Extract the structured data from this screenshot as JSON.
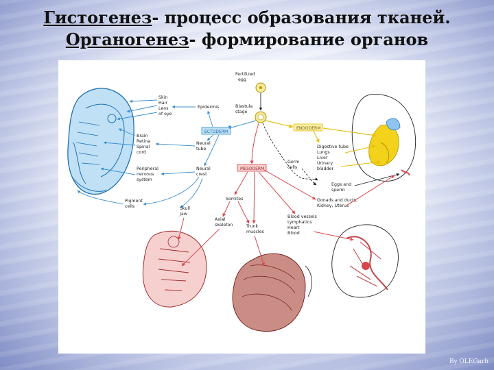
{
  "title": {
    "line1_term": "Гистогенез",
    "line1_rest": "- процесс образования тканей.",
    "line2_term": "Органогенез",
    "line2_rest": "- формирование органов"
  },
  "diagram": {
    "nodes": {
      "fertilized_egg": [
        "Fertilized",
        "egg"
      ],
      "blastula": [
        "Blastula",
        "stage"
      ],
      "ectoderm": "ECTODERM",
      "endoderm": "ENDODERM",
      "mesoderm": "MESODERM",
      "epidermis": "Epidermis",
      "neural_tube": [
        "Neural",
        "tube"
      ],
      "neural_crest": [
        "Neural",
        "crest"
      ],
      "germ_cells": [
        "Germ",
        "cells"
      ],
      "somites": "Somites"
    },
    "ectoderm_targets": {
      "skin_group": [
        "Skin",
        "Hair",
        "Lens",
        "of eye"
      ],
      "cns_group": [
        "Brain",
        "Retina",
        "Spinal",
        "cord"
      ],
      "pns_group": [
        "Peripheral",
        "nervous",
        "system"
      ],
      "pigment": [
        "Pigment",
        "cells"
      ]
    },
    "endoderm_targets": [
      "Digestive tube",
      "Lungs",
      "Liver",
      "Urinary",
      "bladder"
    ],
    "eggs_sperm": [
      "Eggs and",
      "sperm"
    ],
    "mesoderm_targets": {
      "gonads": [
        "Gonads and ducts,",
        "Kidney, Uterus"
      ],
      "skull": [
        "Skull",
        "Jaw"
      ],
      "axial": [
        "Axial",
        "skeleton"
      ],
      "trunk": [
        "Trunk",
        "muscles"
      ],
      "blood": [
        "Blood vessels",
        "Lymphatics",
        "Heart",
        "Blood"
      ]
    },
    "colors": {
      "ectoderm": "#3b8fd0",
      "endoderm": "#f2d21a",
      "mesoderm": "#d8464b",
      "germline": "#222222"
    }
  },
  "credit": "By OLEGarh"
}
